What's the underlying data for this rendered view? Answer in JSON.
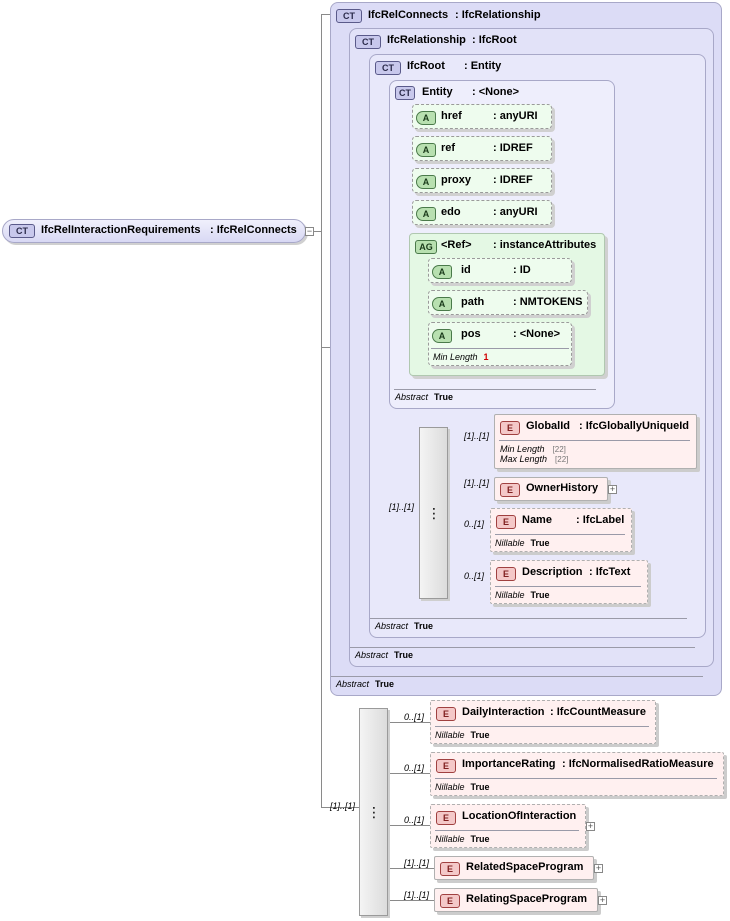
{
  "root": {
    "badge": "CT",
    "name": "IfcRelInteractionRequirements",
    "base": ": IfcRelConnects"
  },
  "ct_relconnects": {
    "badge": "CT",
    "name": "IfcRelConnects",
    "base": ": IfcRelationship",
    "abstract_label": "Abstract",
    "abstract_value": "True"
  },
  "ct_relationship": {
    "badge": "CT",
    "name": "IfcRelationship",
    "base": ": IfcRoot",
    "abstract_label": "Abstract",
    "abstract_value": "True"
  },
  "ct_root": {
    "badge": "CT",
    "name": "IfcRoot",
    "base": ": Entity",
    "abstract_label": "Abstract",
    "abstract_value": "True"
  },
  "ct_entity": {
    "badge": "CT",
    "name": "Entity",
    "base": ": <None>",
    "abstract_label": "Abstract",
    "abstract_value": "True",
    "attributes": [
      {
        "badge": "A",
        "name": "href",
        "type": ": anyURI"
      },
      {
        "badge": "A",
        "name": "ref",
        "type": ": IDREF"
      },
      {
        "badge": "A",
        "name": "proxy",
        "type": ": IDREF"
      },
      {
        "badge": "A",
        "name": "edo",
        "type": ": anyURI"
      }
    ],
    "group": {
      "badge": "AG",
      "name": "<Ref>",
      "type": ": instanceAttributes",
      "attributes": [
        {
          "badge": "A",
          "name": "id",
          "type": ": ID"
        },
        {
          "badge": "A",
          "name": "path",
          "type": ": NMTOKENS"
        },
        {
          "badge": "A",
          "name": "pos",
          "type": ": <None>",
          "prop_label": "Min Length",
          "prop_value": "1"
        }
      ]
    }
  },
  "root_seq": {
    "occurrence": "[1]..[1]",
    "elements": [
      {
        "occurrence": "[1]..[1]",
        "badge": "E",
        "name": "GlobalId",
        "type": ": IfcGloballyUniqueId",
        "props": [
          {
            "label": "Min Length",
            "value": "[22]"
          },
          {
            "label": "Max Length",
            "value": "[22]"
          }
        ]
      },
      {
        "occurrence": "[1]..[1]",
        "badge": "E",
        "name": "OwnerHistory",
        "plus": "+"
      },
      {
        "occurrence": "0..[1]",
        "badge": "E",
        "name": "Name",
        "type": ": IfcLabel",
        "props": [
          {
            "label": "Nillable",
            "value": "True"
          }
        ]
      },
      {
        "occurrence": "0..[1]",
        "badge": "E",
        "name": "Description",
        "type": ": IfcText",
        "props": [
          {
            "label": "Nillable",
            "value": "True"
          }
        ]
      }
    ]
  },
  "main_seq": {
    "occurrence": "[1]..[1]",
    "elements": [
      {
        "occurrence": "0..[1]",
        "badge": "E",
        "name": "DailyInteraction",
        "type": ": IfcCountMeasure",
        "props": [
          {
            "label": "Nillable",
            "value": "True"
          }
        ]
      },
      {
        "occurrence": "0..[1]",
        "badge": "E",
        "name": "ImportanceRating",
        "type": ": IfcNormalisedRatioMeasure",
        "props": [
          {
            "label": "Nillable",
            "value": "True"
          }
        ]
      },
      {
        "occurrence": "0..[1]",
        "badge": "E",
        "name": "LocationOfInteraction",
        "plus": "+",
        "props": [
          {
            "label": "Nillable",
            "value": "True"
          }
        ]
      },
      {
        "occurrence": "[1]..[1]",
        "badge": "E",
        "name": "RelatedSpaceProgram",
        "plus": "+"
      },
      {
        "occurrence": "[1]..[1]",
        "badge": "E",
        "name": "RelatingSpaceProgram",
        "plus": "+"
      }
    ]
  },
  "colors": {
    "ct_fill": "#dcdcf6",
    "attr_fill": "#eefcee",
    "element_fill": "#fff0f0",
    "required_value": "#d00000"
  }
}
